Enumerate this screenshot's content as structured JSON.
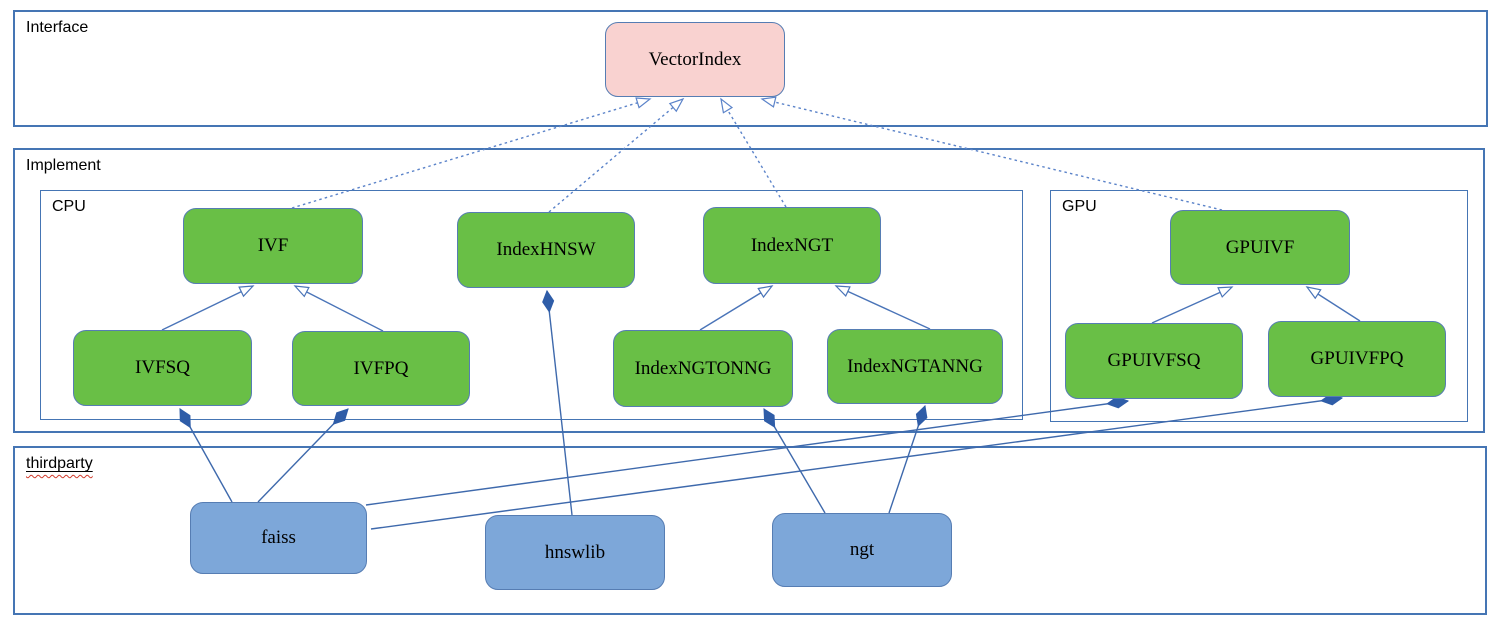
{
  "diagram": {
    "containers": {
      "interface": {
        "label": "Interface"
      },
      "implement": {
        "label": "Implement"
      },
      "cpu": {
        "label": "CPU"
      },
      "gpu": {
        "label": "GPU"
      },
      "thirdparty": {
        "label": "thirdparty"
      }
    },
    "nodes": {
      "vectorindex": {
        "label": "VectorIndex",
        "container": "interface",
        "fill": "#f9d2d0"
      },
      "ivf": {
        "label": "IVF",
        "container": "cpu",
        "fill": "#69bf46"
      },
      "indexhnsw": {
        "label": "IndexHNSW",
        "container": "cpu",
        "fill": "#69bf46"
      },
      "indexngt": {
        "label": "IndexNGT",
        "container": "cpu",
        "fill": "#69bf46"
      },
      "gpuivf": {
        "label": "GPUIVF",
        "container": "gpu",
        "fill": "#69bf46"
      },
      "ivfsq": {
        "label": "IVFSQ",
        "container": "cpu",
        "fill": "#69bf46"
      },
      "ivfpq": {
        "label": "IVFPQ",
        "container": "cpu",
        "fill": "#69bf46"
      },
      "indexngtonng": {
        "label": "IndexNGTONNG",
        "container": "cpu",
        "fill": "#69bf46"
      },
      "indexngtanng": {
        "label": "IndexNGTANNG",
        "container": "cpu",
        "fill": "#69bf46"
      },
      "gpuivfsq": {
        "label": "GPUIVFSQ",
        "container": "gpu",
        "fill": "#69bf46"
      },
      "gpuivfpq": {
        "label": "GPUIVFPQ",
        "container": "gpu",
        "fill": "#69bf46"
      },
      "faiss": {
        "label": "faiss",
        "container": "thirdparty",
        "fill": "#7da7d9"
      },
      "hnswlib": {
        "label": "hnswlib",
        "container": "thirdparty",
        "fill": "#7da7d9"
      },
      "ngt": {
        "label": "ngt",
        "container": "thirdparty",
        "fill": "#7da7d9"
      }
    },
    "edges": [
      {
        "from": "IVF",
        "to": "VectorIndex",
        "type": "realization"
      },
      {
        "from": "IndexHNSW",
        "to": "VectorIndex",
        "type": "realization"
      },
      {
        "from": "IndexNGT",
        "to": "VectorIndex",
        "type": "realization"
      },
      {
        "from": "GPUIVF",
        "to": "VectorIndex",
        "type": "realization"
      },
      {
        "from": "IVFSQ",
        "to": "IVF",
        "type": "generalization"
      },
      {
        "from": "IVFPQ",
        "to": "IVF",
        "type": "generalization"
      },
      {
        "from": "IndexNGTONNG",
        "to": "IndexNGT",
        "type": "generalization"
      },
      {
        "from": "IndexNGTANNG",
        "to": "IndexNGT",
        "type": "generalization"
      },
      {
        "from": "GPUIVFSQ",
        "to": "GPUIVF",
        "type": "generalization"
      },
      {
        "from": "GPUIVFPQ",
        "to": "GPUIVF",
        "type": "generalization"
      },
      {
        "from": "faiss",
        "to": "IVFSQ",
        "type": "composition"
      },
      {
        "from": "faiss",
        "to": "IVFPQ",
        "type": "composition"
      },
      {
        "from": "faiss",
        "to": "GPUIVFSQ",
        "type": "composition"
      },
      {
        "from": "faiss",
        "to": "GPUIVFPQ",
        "type": "composition"
      },
      {
        "from": "hnswlib",
        "to": "IndexHNSW",
        "type": "composition"
      },
      {
        "from": "ngt",
        "to": "IndexNGTONNG",
        "type": "composition"
      },
      {
        "from": "ngt",
        "to": "IndexNGTANNG",
        "type": "composition"
      }
    ],
    "colors": {
      "node_green": "#69bf46",
      "node_blue": "#7da7d9",
      "node_pink": "#f9d2d0",
      "node_border": "#567db3",
      "container_border": "#4575b4",
      "connector": "#4a74b8",
      "realization_dash": "#5b83c9",
      "diamond_fill": "#2f5da8",
      "spellcheck_wavy": "#d03a2b"
    }
  }
}
